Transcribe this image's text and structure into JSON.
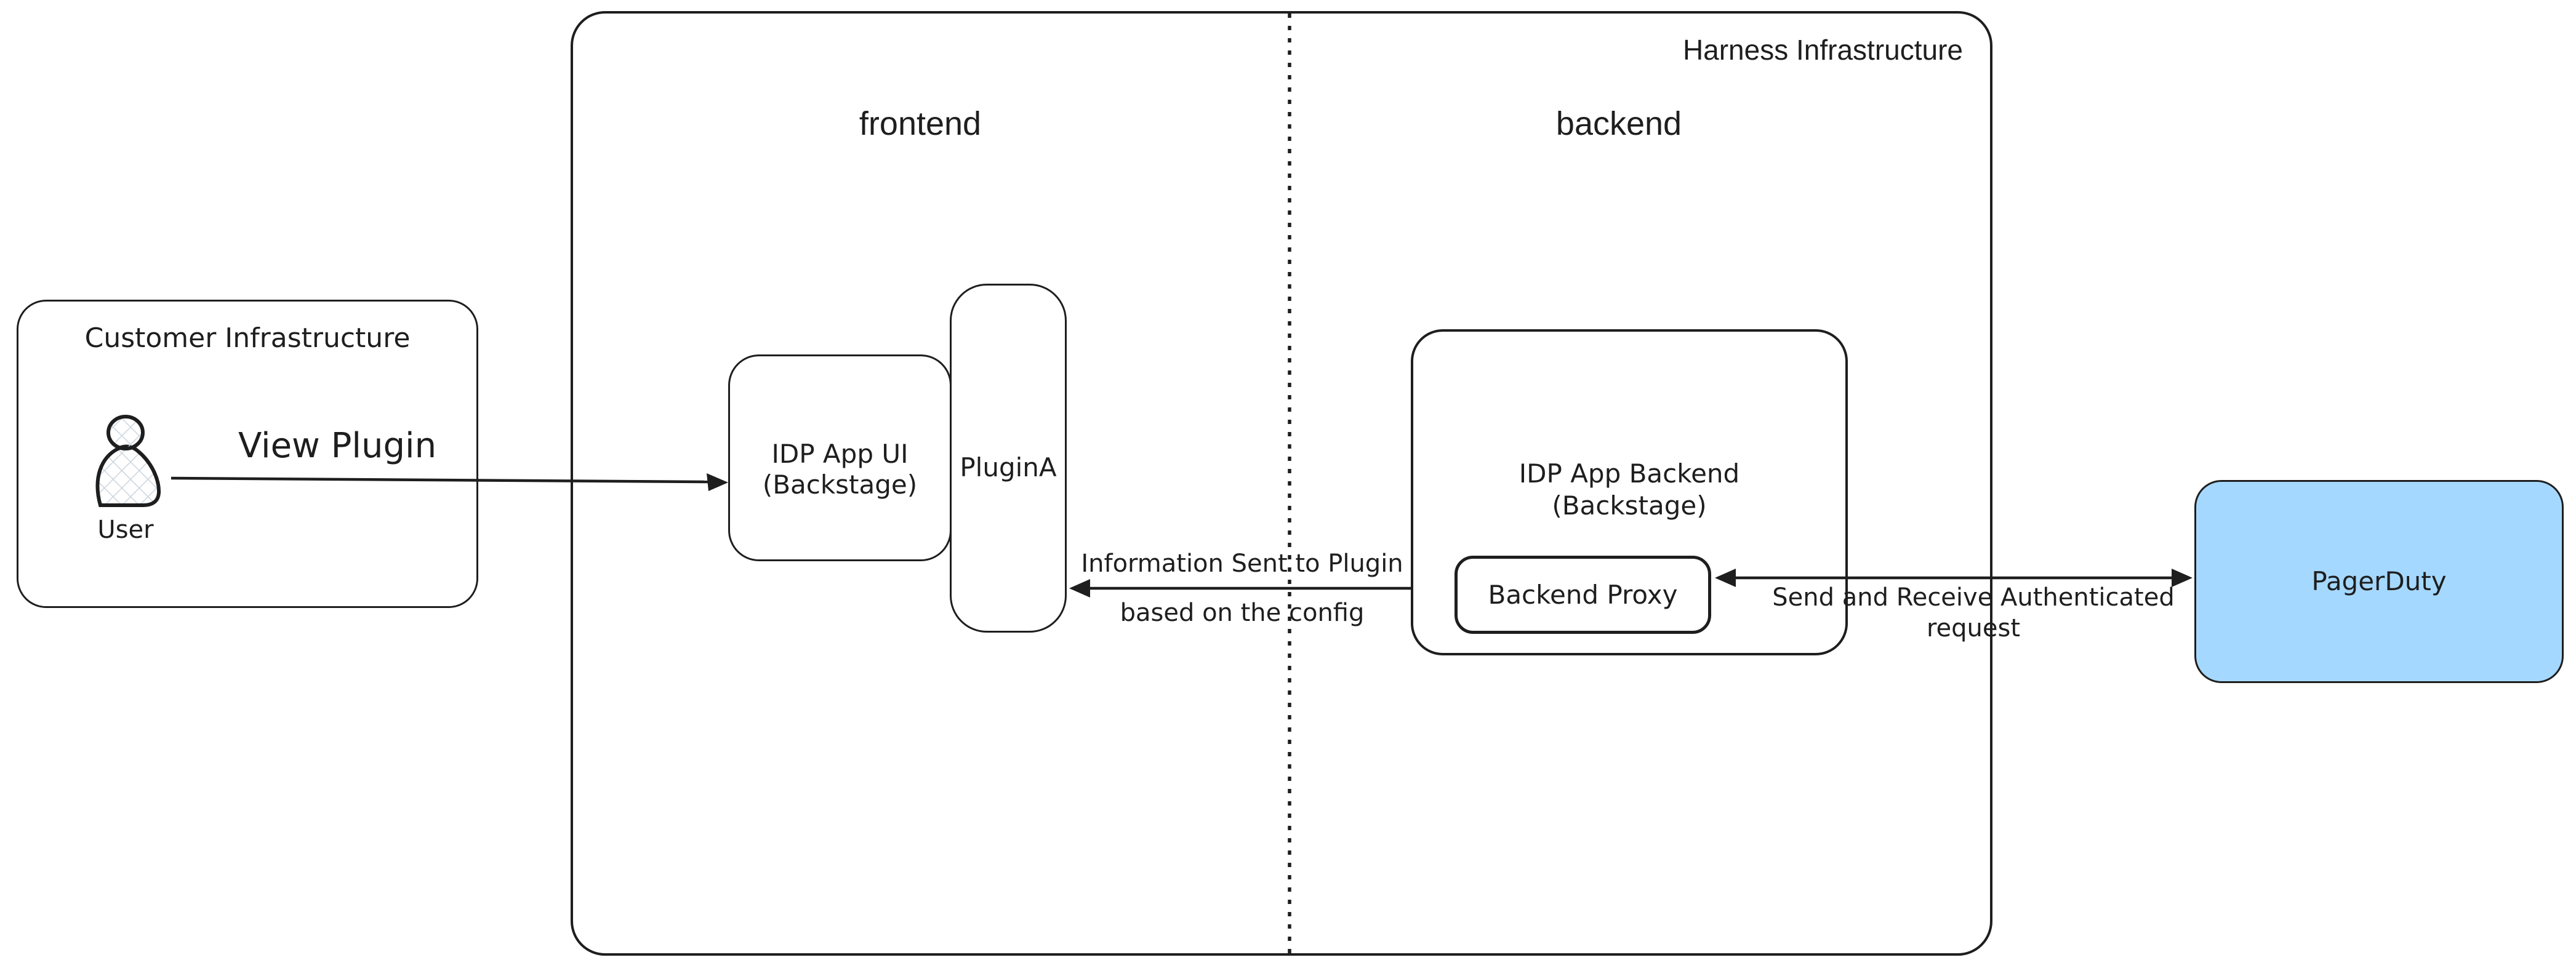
{
  "colors": {
    "stroke": "#1e1e1e",
    "background": "#ffffff",
    "pagerduty_fill": "#a5d8ff",
    "user_crosshatch": "#ccd5de"
  },
  "groups": {
    "customer": {
      "title": "Customer Infrastructure"
    },
    "harness": {
      "title": "Harness Infrastructure",
      "frontend_label": "frontend",
      "backend_label": "backend",
      "divider_style": "dotted-vertical"
    }
  },
  "nodes": {
    "user": {
      "label": "User",
      "icon": "person-icon"
    },
    "idp_app_ui": {
      "label": "IDP App UI\n(Backstage)"
    },
    "plugin_a": {
      "label": "PluginA"
    },
    "idp_app_backend": {
      "label": "IDP App Backend\n(Backstage)"
    },
    "backend_proxy": {
      "label": "Backend Proxy"
    },
    "pagerduty": {
      "label": "PagerDuty"
    }
  },
  "arrows": {
    "view_plugin": {
      "label": "View Plugin",
      "direction": "right"
    },
    "info_sent": {
      "label": "Information Sent to Plugin\nbased on the config",
      "direction": "left"
    },
    "send_receive": {
      "label": "Send and Receive Authenticated\nrequest",
      "direction": "both"
    }
  }
}
